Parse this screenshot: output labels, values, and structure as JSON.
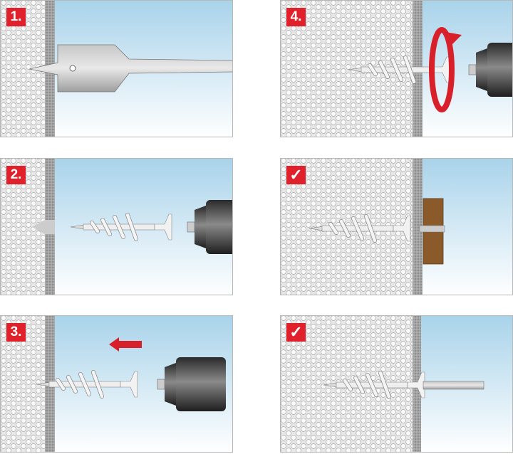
{
  "steps": [
    {
      "label": "1.",
      "description_icon": "flat-drill-bit"
    },
    {
      "label": "2.",
      "description_icon": "dowel-and-drill"
    },
    {
      "label": "3.",
      "description_icon": "pull-arrow"
    },
    {
      "label": "4.",
      "description_icon": "rotation-arrow"
    },
    {
      "label": "✓",
      "description_icon": "wood-fixture"
    },
    {
      "label": "✓",
      "description_icon": "threaded-rod"
    }
  ],
  "colors": {
    "badge": "#e0202a",
    "sky_top": "#a9d3ea",
    "sky_bottom": "#ffffff",
    "foam": "#f2f2f2",
    "plaster": "#9a9a9a",
    "wood": "#8a5a2b"
  }
}
